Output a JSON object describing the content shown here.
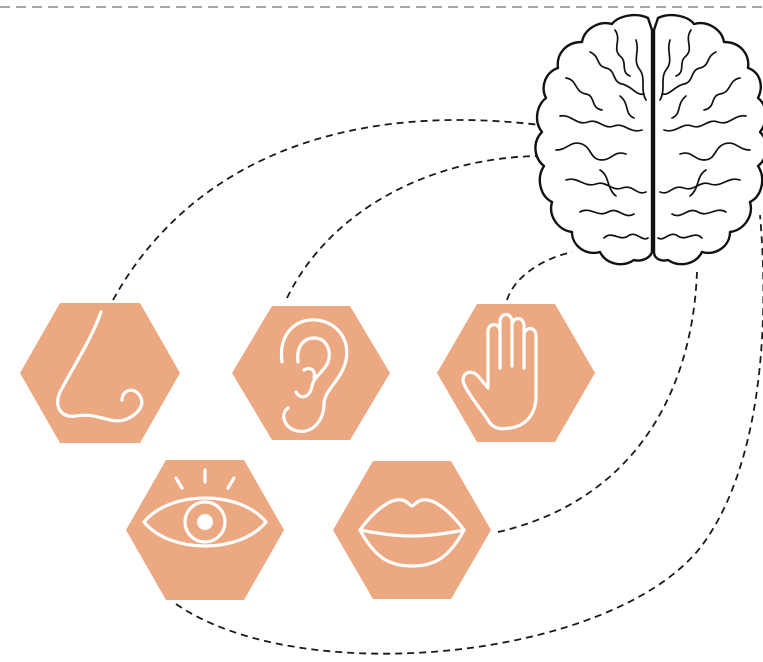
{
  "colors": {
    "hexagon_fill": "#EBA881",
    "icon_stroke": "#FFFFFF",
    "connector_stroke": "#1A1A1A",
    "brain_stroke": "#111111",
    "top_rule": "#8A8A8A"
  },
  "brain": {
    "icon": "brain-icon"
  },
  "senses": [
    {
      "id": "smell",
      "icon": "nose-icon"
    },
    {
      "id": "hearing",
      "icon": "ear-icon"
    },
    {
      "id": "touch",
      "icon": "hand-icon"
    },
    {
      "id": "sight",
      "icon": "eye-icon"
    },
    {
      "id": "taste",
      "icon": "lips-icon"
    }
  ]
}
